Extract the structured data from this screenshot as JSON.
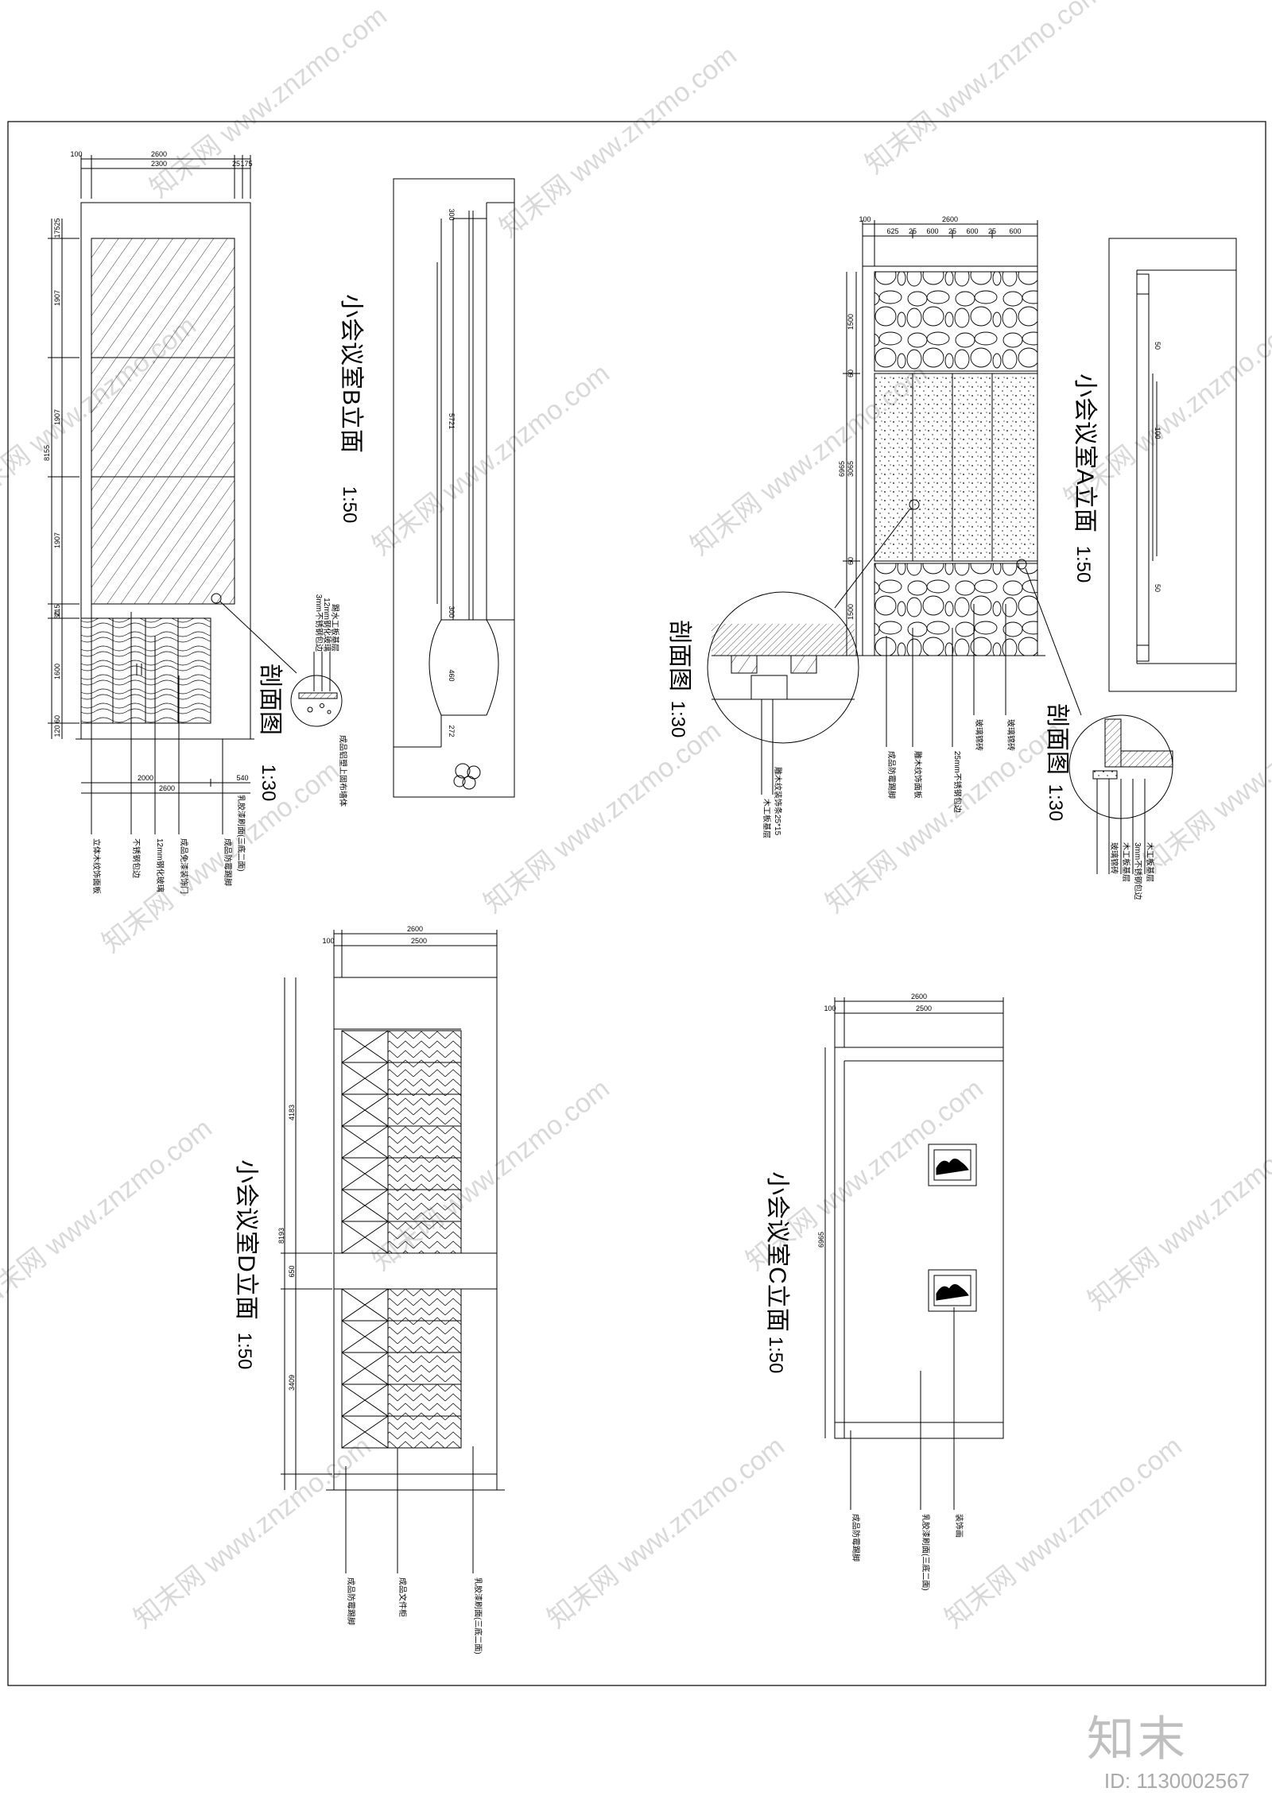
{
  "elevations": {
    "b": {
      "title": "小会议室B立面",
      "scale": "1:50",
      "section_title": "剖面图",
      "section_scale": "1:30",
      "top_dims": [
        "100",
        "2600",
        "2300",
        "25",
        "175"
      ],
      "left_dims": [
        "17525",
        "1907",
        "1907",
        "8155",
        "1907",
        "215",
        "60",
        "1600",
        "60",
        "120"
      ],
      "bottom_dims": [
        "2000",
        "540",
        "2600"
      ],
      "section_dims": [
        "5721",
        "300",
        "300",
        "460",
        "272"
      ],
      "detail_notes": [
        "3mm不锈钢包边",
        "12mm钢化玻璃",
        "踢水工板基层"
      ],
      "callouts": [
        "立体木纹饰面板",
        "不锈钢包边",
        "12mm钢化玻璃",
        "成品免漆装饰门",
        "成品防霉踢脚"
      ],
      "detail_note": "乳胶漆刷面(三底二面)",
      "section_callout": "成品铝塑上固布墙体"
    },
    "a": {
      "title": "小会议室A立面",
      "scale": "1:50",
      "section_title": "剖面图",
      "section_scale": "1:30",
      "top_dims": [
        "100",
        "2600",
        "625",
        "25",
        "600",
        "25",
        "600",
        "25",
        "600"
      ],
      "left_dims": [
        "1500",
        "6965",
        "3065",
        "1500",
        "60",
        "60"
      ],
      "section_dims": [
        "50",
        "100",
        "50"
      ],
      "callouts": [
        "成品防霉踢脚",
        "雕木纹饰面板",
        "25mm不锈钢包边",
        "玻璃锦砖",
        "玻璃锦砖"
      ],
      "detail_left_callouts": [
        "雕木纹装饰条25*15",
        "木工板基层"
      ],
      "detail_right_callouts": [
        "木工板基层",
        "3mm不锈钢包边",
        "木工板基层",
        "玻璃锦砖"
      ]
    },
    "d": {
      "title": "小会议室D立面",
      "scale": "1:50",
      "top_dims": [
        "100",
        "2600",
        "2500"
      ],
      "left_dims": [
        "4183",
        "8193",
        "650",
        "3409"
      ],
      "callouts": [
        "成品防霉踢脚",
        "成品文件柜",
        "乳胶漆刷面(三底二面)"
      ]
    },
    "c": {
      "title": "小会议室C立面",
      "scale": "1:50",
      "top_dims": [
        "100",
        "2600",
        "2500"
      ],
      "left_dims": [
        "6965"
      ],
      "callouts": [
        "成品防霉踢脚",
        "乳胶漆刷面(三底二面)",
        "装饰画"
      ]
    }
  },
  "watermark": "知末网 www.znzmo.com",
  "brand": "知末",
  "image_id": "ID: 1130002567"
}
